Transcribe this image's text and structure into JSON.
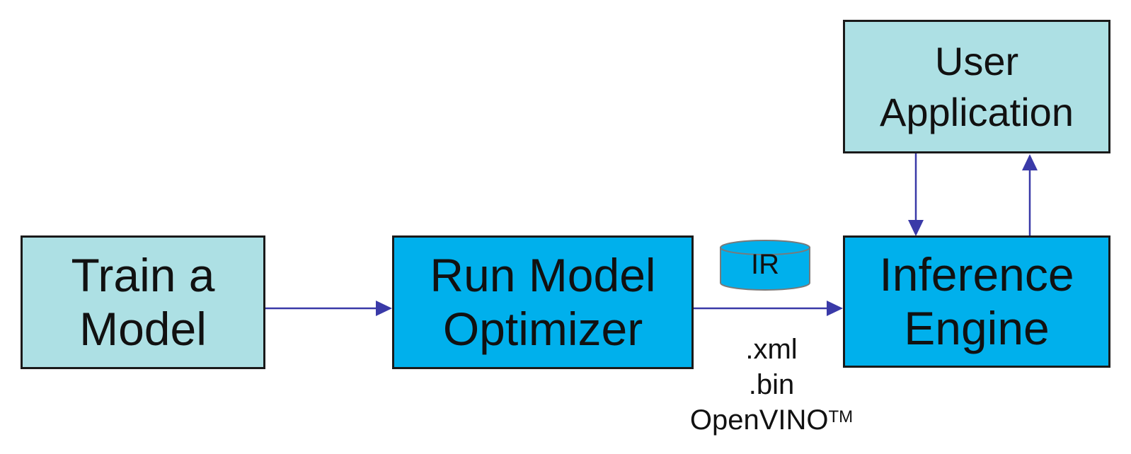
{
  "nodes": {
    "train": {
      "line1": "Train a",
      "line2": "Model"
    },
    "optimizer": {
      "line1": "Run Model",
      "line2": "Optimizer"
    },
    "engine": {
      "line1": "Inference",
      "line2": "Engine"
    },
    "user_app": {
      "line1": "User",
      "line2": "Application"
    }
  },
  "ir": {
    "label": "IR"
  },
  "files": {
    "xml": ".xml",
    "bin": ".bin",
    "brand": "OpenVINO",
    "trademark": "TM"
  },
  "colors": {
    "light_box": "#ade0e4",
    "dark_box": "#00b0ec",
    "arrow": "#3a3aa8",
    "border": "#1a1a1a"
  }
}
